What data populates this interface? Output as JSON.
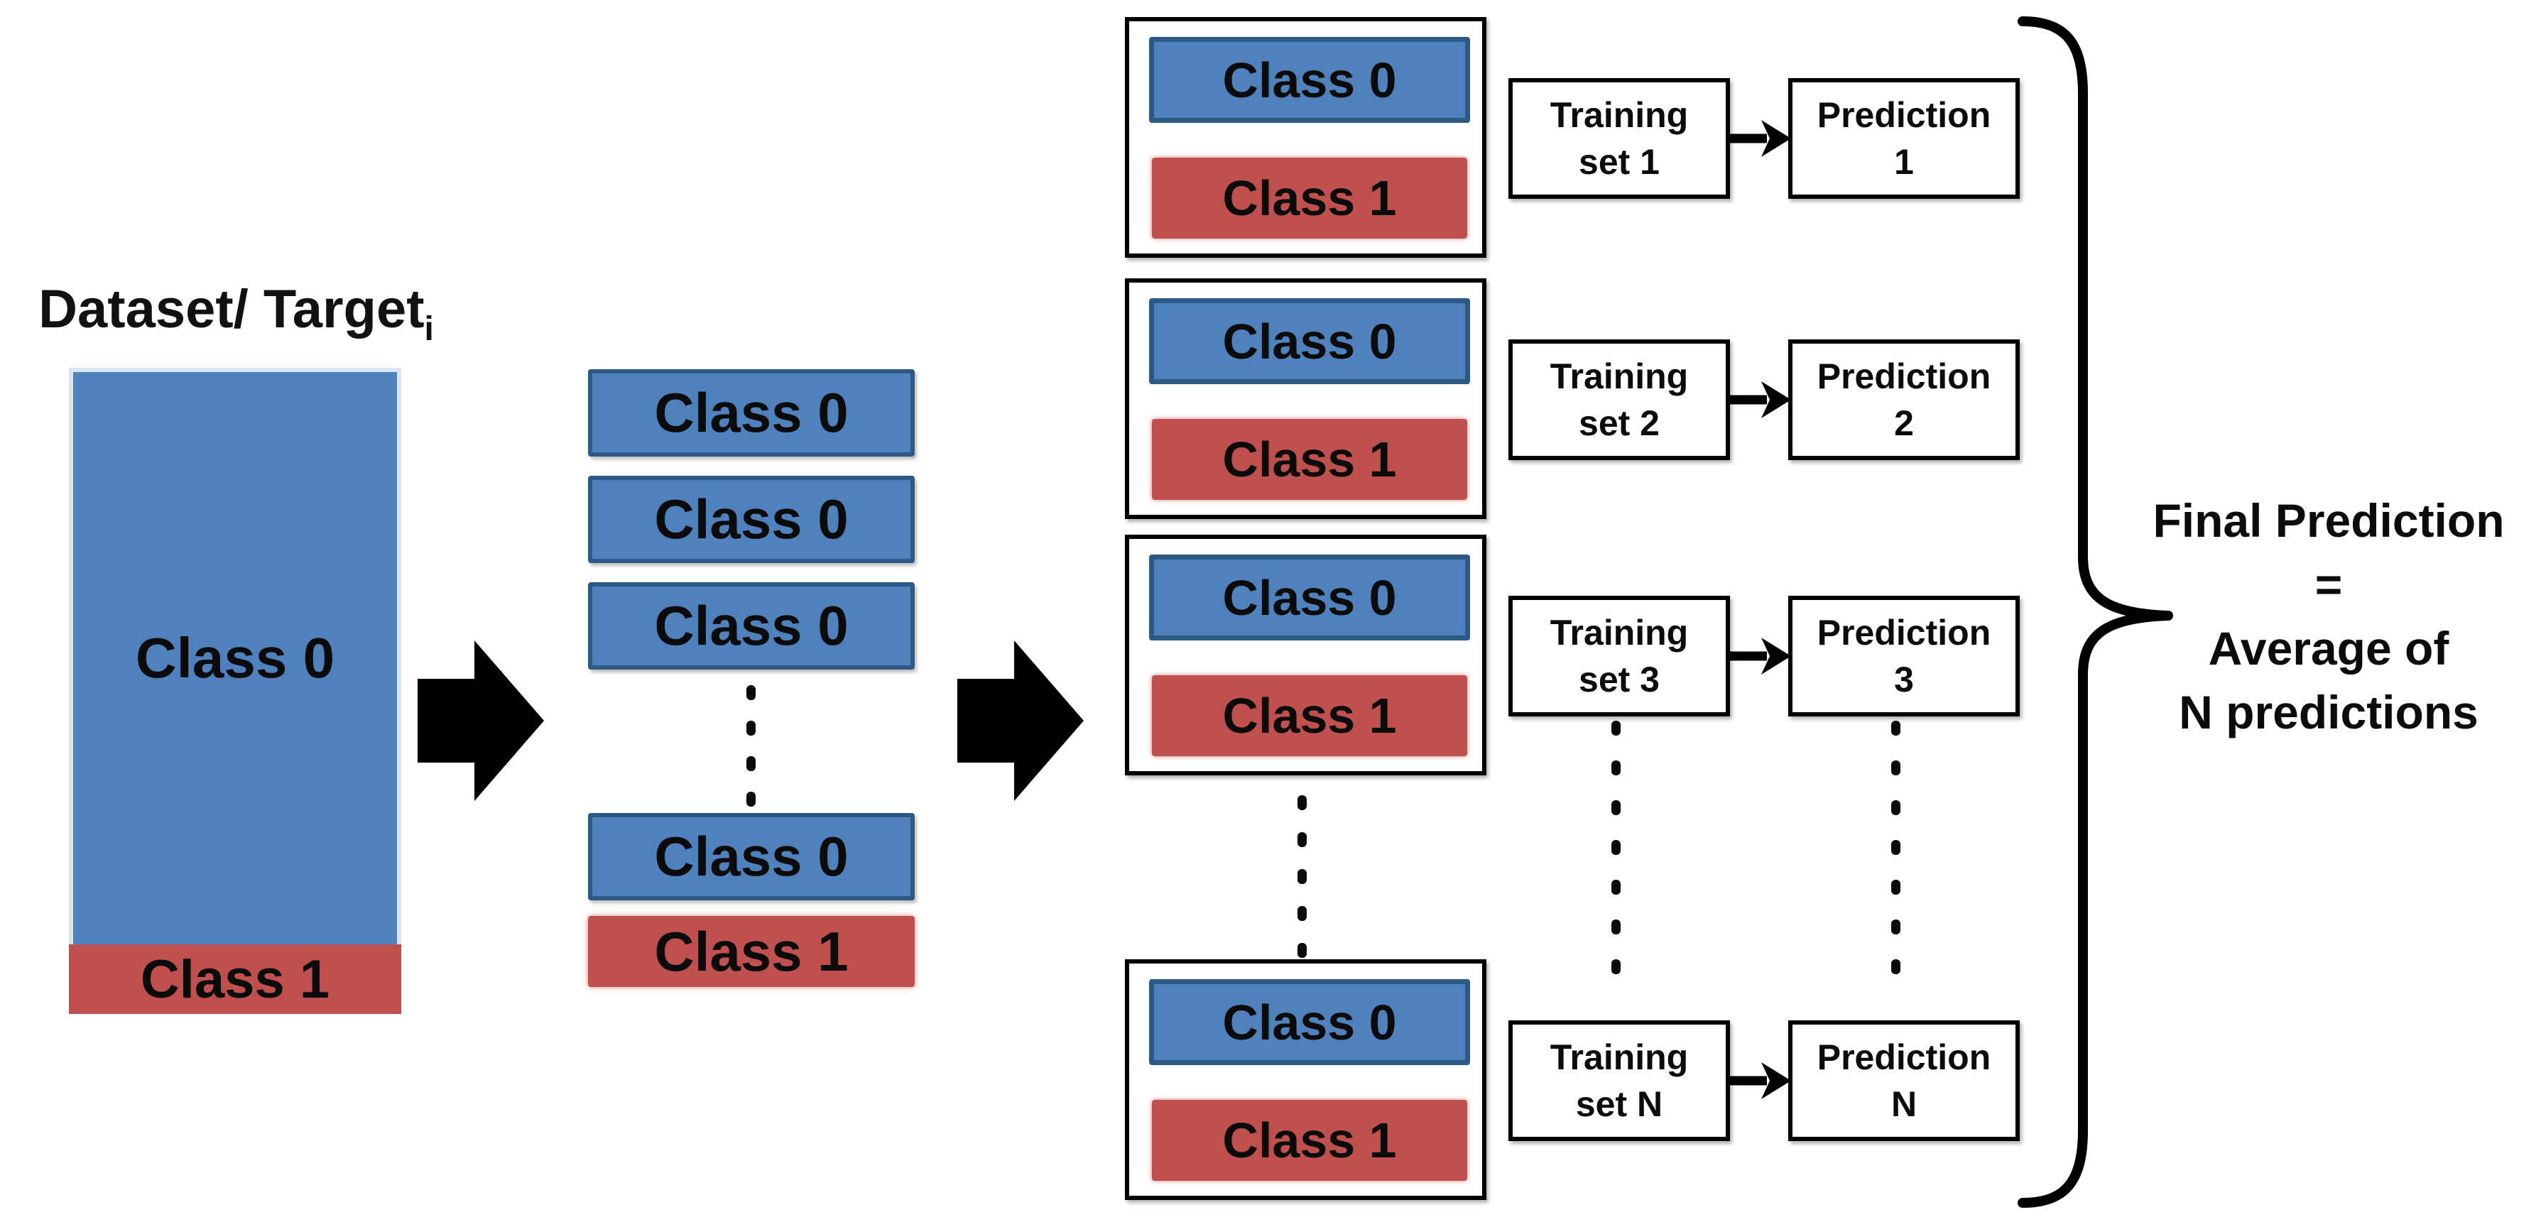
{
  "title": {
    "main": "Dataset/ Target",
    "subscript": "i"
  },
  "colors": {
    "class0_fill": "#4f81bd",
    "class0_border": "#2c5985",
    "class0_light_border": "#dbe5f1",
    "class1_fill": "#c0504d",
    "outline_black": "#000000"
  },
  "dataset_box": {
    "class0": "Class 0",
    "class1": "Class 1"
  },
  "bootstrap_column": {
    "class0_boxes": [
      "Class 0",
      "Class 0",
      "Class 0",
      "Class 0"
    ],
    "class1": "Class 1"
  },
  "groups": [
    {
      "class0": "Class 0",
      "class1": "Class 1",
      "training_line1": "Training",
      "training_line2": "set 1",
      "prediction_line1": "Prediction",
      "prediction_line2": "1"
    },
    {
      "class0": "Class 0",
      "class1": "Class 1",
      "training_line1": "Training",
      "training_line2": "set 2",
      "prediction_line1": "Prediction",
      "prediction_line2": "2"
    },
    {
      "class0": "Class 0",
      "class1": "Class 1",
      "training_line1": "Training",
      "training_line2": "set 3",
      "prediction_line1": "Prediction",
      "prediction_line2": "3"
    },
    {
      "class0": "Class 0",
      "class1": "Class 1",
      "training_line1": "Training",
      "training_line2": "set N",
      "prediction_line1": "Prediction",
      "prediction_line2": "N"
    }
  ],
  "final_text": {
    "lines": [
      "Final Prediction",
      "=",
      "Average of",
      "N predictions"
    ]
  }
}
